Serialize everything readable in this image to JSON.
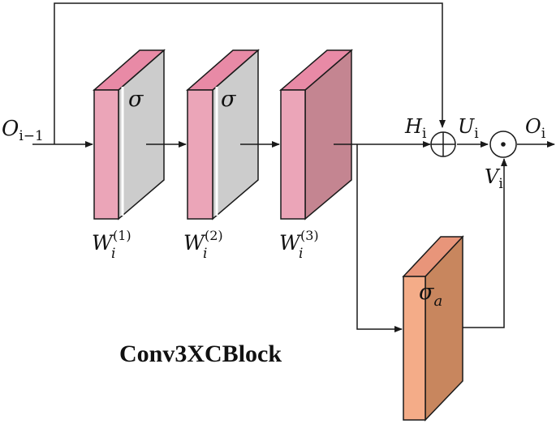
{
  "diagram": {
    "title": "Conv3XCBlock",
    "input": {
      "base": "O",
      "sub": "i−1"
    },
    "output": {
      "base": "O",
      "sub": "i"
    },
    "h_label": {
      "base": "H",
      "sub": "i"
    },
    "u_label": {
      "base": "U",
      "sub": "i"
    },
    "v_label": {
      "base": "V",
      "sub": "i"
    },
    "layers": [
      {
        "weight": "W",
        "sub": "i",
        "sup": "(1)",
        "activation": "σ"
      },
      {
        "weight": "W",
        "sub": "i",
        "sup": "(2)",
        "activation": "σ"
      },
      {
        "weight": "W",
        "sub": "i",
        "sup": "(3)",
        "activation": ""
      }
    ],
    "attention": {
      "activation": "σ",
      "sub": "a"
    },
    "add_symbol": "⊕",
    "mul_symbol": "⊙"
  },
  "colors": {
    "pink_front": "#eba5b8",
    "pink_top": "#e88aa6",
    "gray_face": "#cccccc",
    "mauve_face": "#c48591",
    "orange_front": "#f4ac88",
    "orange_face": "#c8865e",
    "stroke": "#1a1a1a"
  }
}
